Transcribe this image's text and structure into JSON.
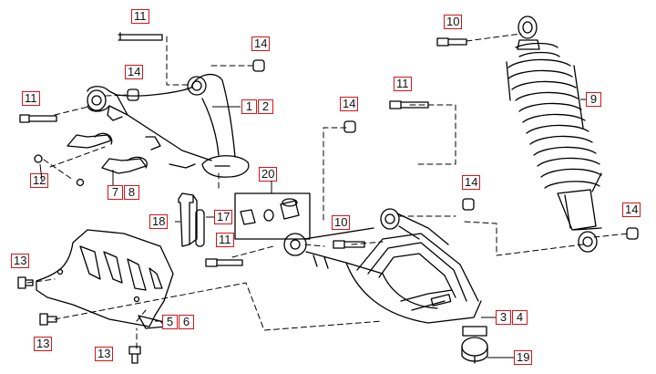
{
  "diagram": {
    "colors": {
      "callout_border": "#d4141a",
      "line_art": "#000000",
      "background": "#ffffff"
    },
    "callouts": {
      "c11_top": [
        "11"
      ],
      "c14_top": [
        "14"
      ],
      "c14_upper_left": [
        "14"
      ],
      "c11_left": [
        "11"
      ],
      "c12": [
        "1",
        "2"
      ],
      "c12_left": [
        "12"
      ],
      "c78": [
        "7",
        "8"
      ],
      "c10_top": [
        "10"
      ],
      "c9": [
        "9"
      ],
      "c11_mid": [
        "11"
      ],
      "c14_mid": [
        "14"
      ],
      "c20": [
        "20"
      ],
      "c18": [
        "18"
      ],
      "c17": [
        "17"
      ],
      "c11_lower": [
        "11"
      ],
      "c10_mid": [
        "10"
      ],
      "c14_right_mid": [
        "14"
      ],
      "c14_far_right": [
        "14"
      ],
      "c13_left": [
        "13"
      ],
      "c13_lower": [
        "13"
      ],
      "c13_bottom": [
        "13"
      ],
      "c56": [
        "5",
        "6"
      ],
      "c34": [
        "3",
        "4"
      ],
      "c19": [
        "19"
      ]
    }
  }
}
